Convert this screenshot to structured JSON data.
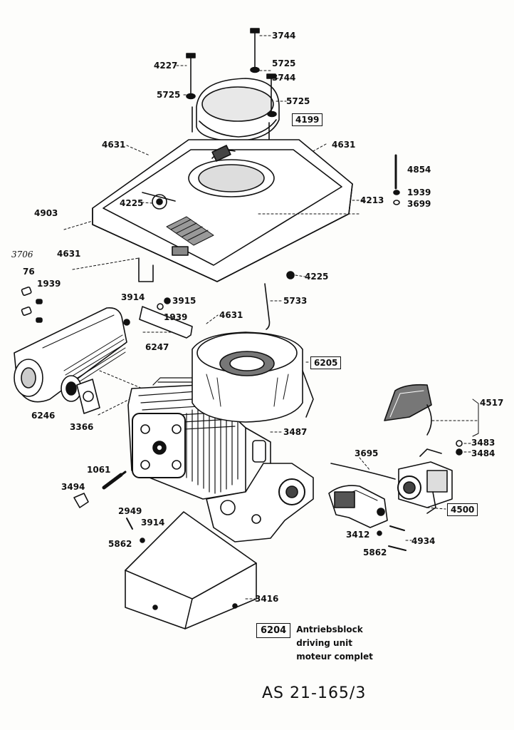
{
  "callouts": {
    "c3744a": "3744",
    "c5725a": "5725",
    "c3744b": "3744",
    "c4227": "4227",
    "c5725b": "5725",
    "c5725c": "5725",
    "c4199": "4199",
    "c4631a": "4631",
    "c4631b": "4631",
    "c4854": "4854",
    "c1939a": "1939",
    "c3699": "3699",
    "c4225a": "4225",
    "c4213": "4213",
    "c4903": "4903",
    "c3706": "3706",
    "c4631c": "4631",
    "c76": "76",
    "c1939b": "1939",
    "c4225b": "4225",
    "c3914a": "3914",
    "c3915": "3915",
    "c1939c": "1939",
    "c5733": "5733",
    "c4631d": "4631",
    "c6247": "6247",
    "c6205": "6205",
    "c6246": "6246",
    "c3366": "3366",
    "c4517": "4517",
    "c3487": "3487",
    "c3483": "3483",
    "c3484": "3484",
    "c3695": "3695",
    "c1061": "1061",
    "c3494": "3494",
    "c4500": "4500",
    "c2949": "2949",
    "c3914b": "3914",
    "c3412": "3412",
    "c4934": "4934",
    "c5862a": "5862",
    "c5862b": "5862",
    "c3416": "3416"
  },
  "legend": {
    "number": "6204",
    "de": "Antriebsblock",
    "en": "driving unit",
    "fr": "moteur complet"
  },
  "sheet_id": "AS 21-165/3"
}
